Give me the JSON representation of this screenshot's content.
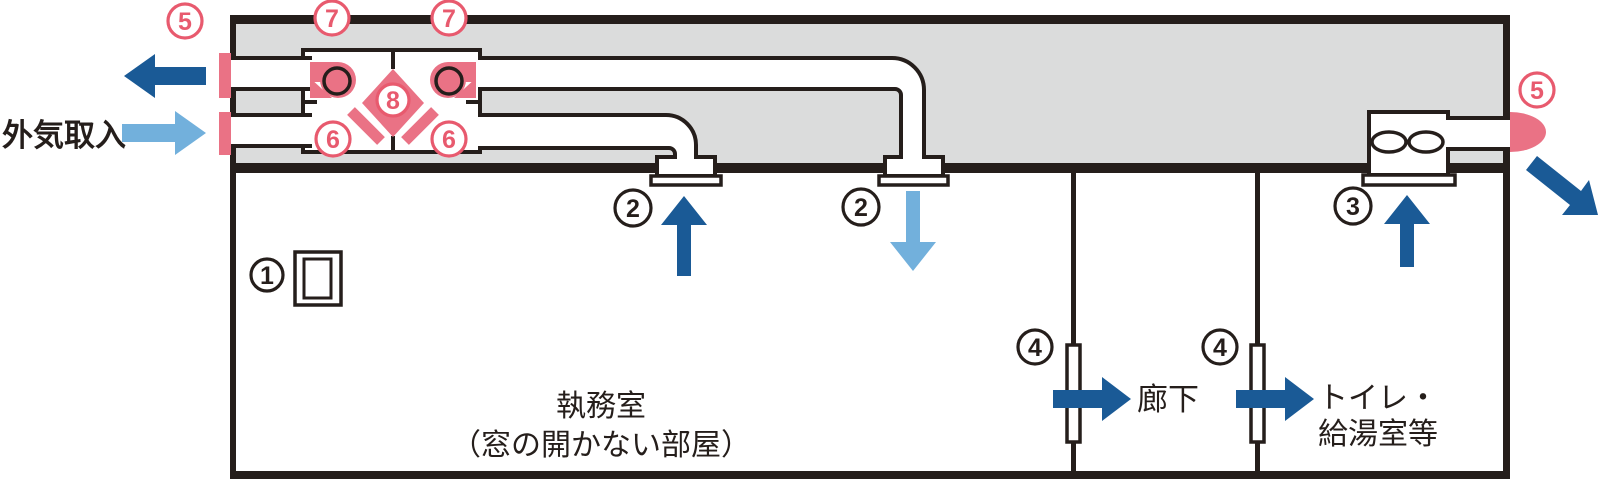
{
  "labels": {
    "outside_air_intake": "外気取入",
    "office_room": "執務室",
    "office_room_note": "（窓の開かない部屋）",
    "corridor": "廊下",
    "toilet_line1": "トイレ・",
    "toilet_line2": "給湯室等"
  },
  "callouts": [
    {
      "number": "5",
      "style": "red"
    },
    {
      "number": "7",
      "style": "red"
    },
    {
      "number": "7",
      "style": "red"
    },
    {
      "number": "8",
      "style": "red"
    },
    {
      "number": "6",
      "style": "red"
    },
    {
      "number": "6",
      "style": "red"
    },
    {
      "number": "2",
      "style": "black"
    },
    {
      "number": "2",
      "style": "black"
    },
    {
      "number": "1",
      "style": "black"
    },
    {
      "number": "3",
      "style": "black"
    },
    {
      "number": "4",
      "style": "black"
    },
    {
      "number": "4",
      "style": "black"
    },
    {
      "number": "5",
      "style": "red"
    }
  ],
  "colors": {
    "outline_black": "#251e1b",
    "plenum_gray": "#dbdcdc",
    "dark_blue": "#1a5a96",
    "light_blue": "#72b0dc",
    "pink": "#ea7285",
    "red": "#e85a6e"
  }
}
